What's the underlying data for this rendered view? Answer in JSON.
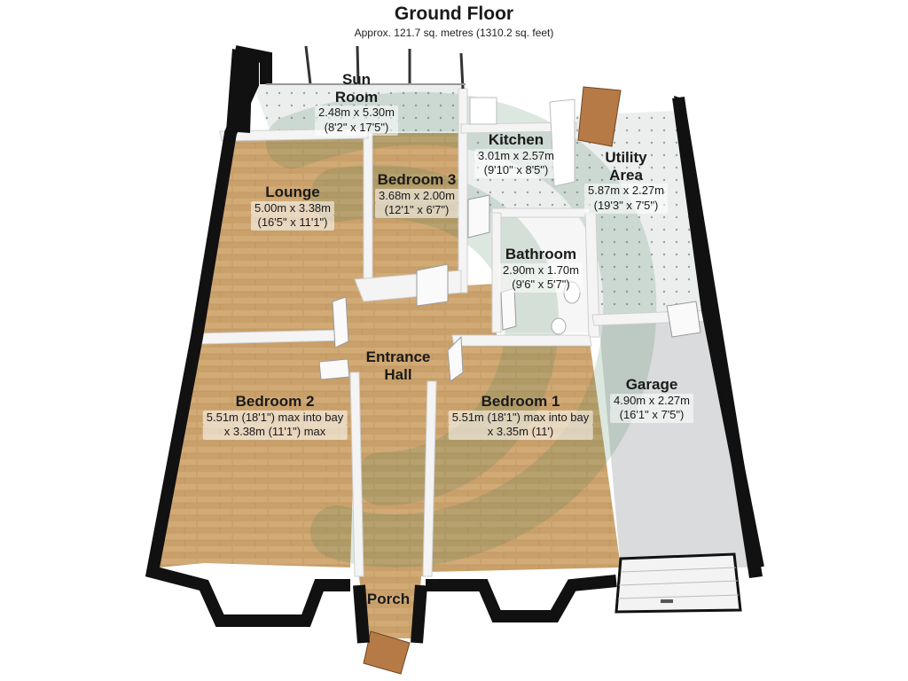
{
  "header": {
    "title": "Ground Floor",
    "subtitle": "Approx. 121.7 sq. metres (1310.2 sq. feet)"
  },
  "rooms": {
    "sun_room": {
      "name_line1": "Sun",
      "name_line2": "Room",
      "dim1": "2.48m x 5.30m",
      "dim2": "(8'2\" x 17'5\")"
    },
    "kitchen": {
      "name": "Kitchen",
      "dim1": "3.01m x 2.57m",
      "dim2": "(9'10\" x 8'5\")"
    },
    "utility": {
      "name_line1": "Utility",
      "name_line2": "Area",
      "dim1": "5.87m x 2.27m",
      "dim2": "(19'3\" x 7'5\")"
    },
    "lounge": {
      "name": "Lounge",
      "dim1": "5.00m x 3.38m",
      "dim2": "(16'5\" x 11'1\")"
    },
    "bedroom3": {
      "name": "Bedroom 3",
      "dim1": "3.68m x 2.00m",
      "dim2": "(12'1\" x 6'7\")"
    },
    "bathroom": {
      "name": "Bathroom",
      "dim1": "2.90m x 1.70m",
      "dim2": "(9'6\" x 5'7\")"
    },
    "entrance": {
      "name_line1": "Entrance",
      "name_line2": "Hall"
    },
    "bedroom2": {
      "name": "Bedroom 2",
      "dim1": "5.51m (18'1\") max into bay",
      "dim2": "x 3.38m (11'1\") max"
    },
    "bedroom1": {
      "name": "Bedroom 1",
      "dim1": "5.51m (18'1\") max into bay",
      "dim2": "x 3.35m (11')"
    },
    "garage": {
      "name": "Garage",
      "dim1": "4.90m x 2.27m",
      "dim2": "(16'1\" x 7'5\")"
    },
    "porch": {
      "name": "Porch"
    }
  },
  "colors": {
    "wall": "#111111",
    "wood": "#c9a06a",
    "tile": "#e9ecec",
    "garage_floor": "#d8dadb",
    "inner_wall": "#f4f4f4",
    "watermark": "#3c7a52"
  }
}
